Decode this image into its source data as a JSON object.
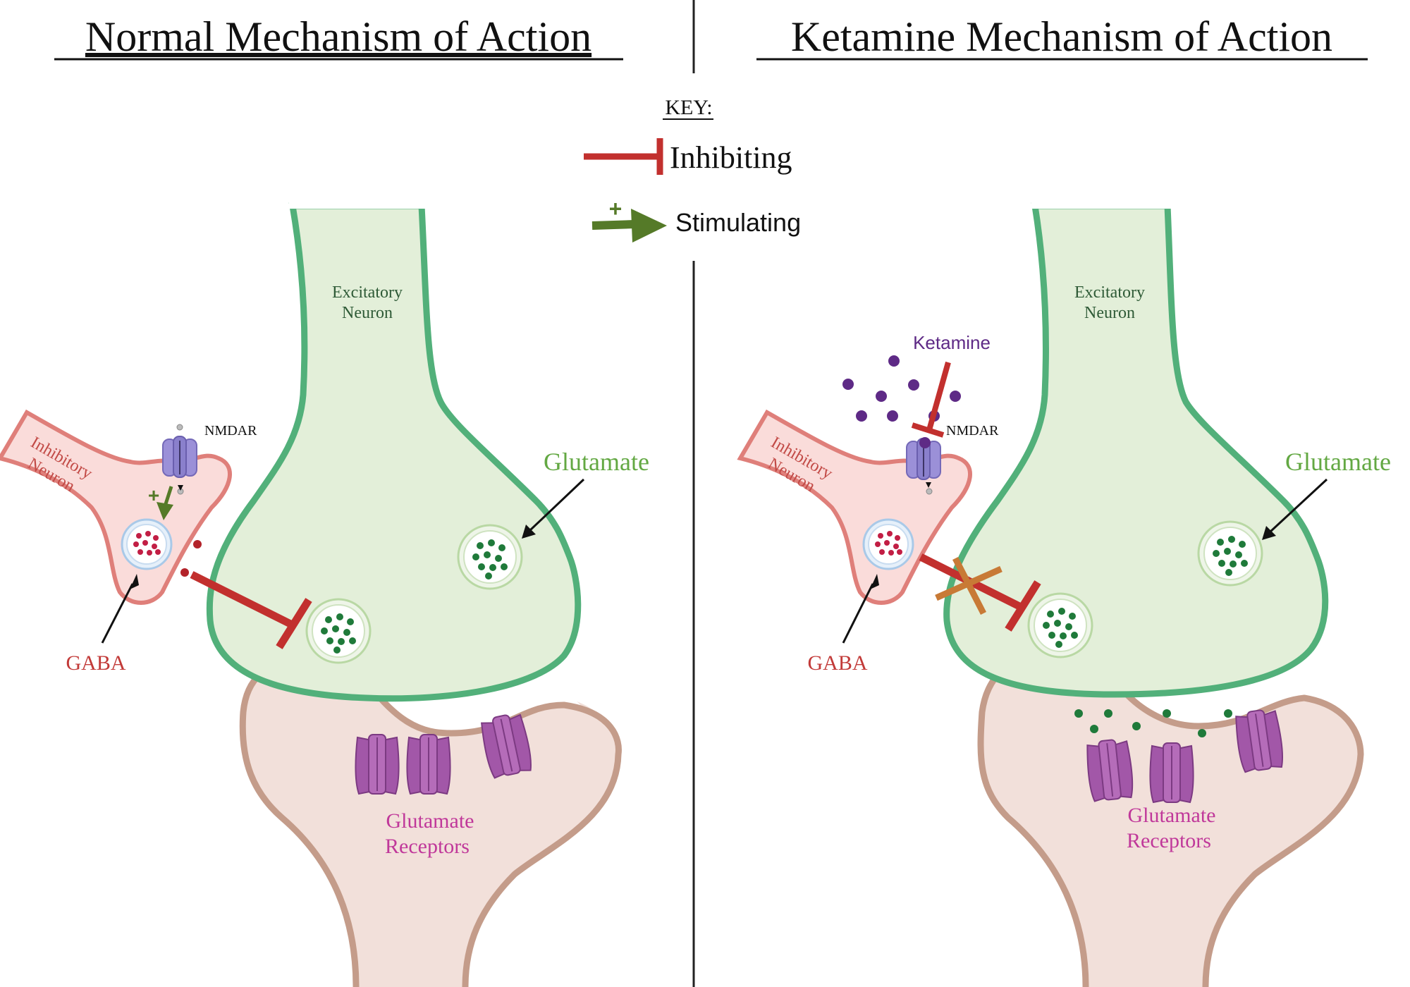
{
  "titles": {
    "left": "Normal Mechanism of Action",
    "right": "Ketamine Mechanism of Action"
  },
  "key": {
    "heading": "KEY:",
    "inhibiting": "Inhibiting",
    "stimulating": "Stimulating",
    "plus": "+"
  },
  "left": {
    "excitatory_line1": "Excitatory",
    "excitatory_line2": "Neuron",
    "inhibitory_line1": "Inhibitory",
    "inhibitory_line2": "Neuron",
    "nmdar": "NMDAR",
    "glutamate": "Glutamate",
    "gaba": "GABA",
    "receptors_line1": "Glutamate",
    "receptors_line2": "Receptors",
    "plus": "+"
  },
  "right": {
    "excitatory_line1": "Excitatory",
    "excitatory_line2": "Neuron",
    "inhibitory_line1": "Inhibitory",
    "inhibitory_line2": "Neuron",
    "nmdar": "NMDAR",
    "ketamine": "Ketamine",
    "glutamate": "Glutamate",
    "gaba": "GABA",
    "receptors_line1": "Glutamate",
    "receptors_line2": "Receptors"
  },
  "colors": {
    "excitatory_fill": "#e3efd9",
    "excitatory_stroke": "#52b07a",
    "inhibitory_fill": "#fadcda",
    "inhibitory_stroke": "#df7f7a",
    "post_fill": "#f2e0da",
    "post_stroke": "#c49c8a",
    "inhibit": "#c2302e",
    "stimulate": "#557a28",
    "glutamate_text": "#63a843",
    "gaba_text": "#c23a38",
    "receptor_text": "#c0389a",
    "ketamine": "#5e2a86",
    "nmdar": "#9b90d8",
    "receptor": "#a257a8",
    "block_x": "#c87a36"
  },
  "icons": [
    "inhibit-icon",
    "stimulate-arrow-icon",
    "nmdar-receptor-icon",
    "glutamate-receptor-icon",
    "vesicle-icon",
    "block-x-icon"
  ]
}
